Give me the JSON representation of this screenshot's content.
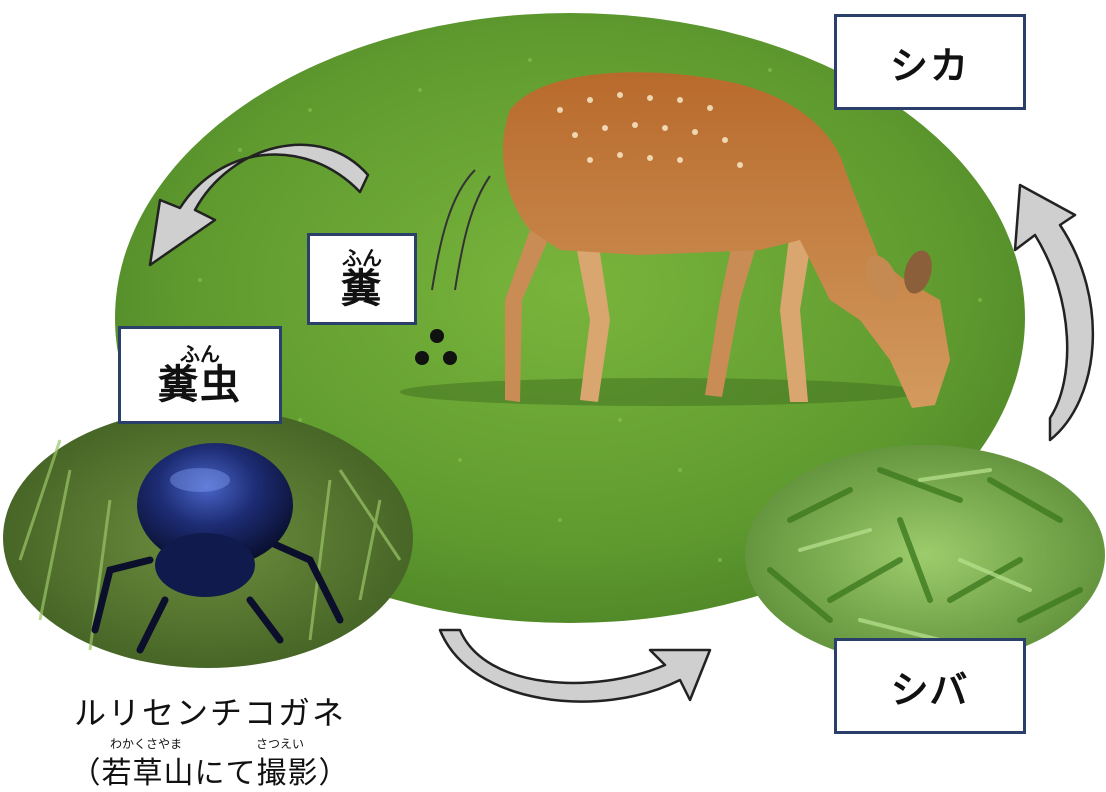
{
  "labels": {
    "deer": "シカ",
    "dung_ruby": "ふん",
    "dung": "糞",
    "dung_beetle_ruby": "ふん",
    "dung_beetle": "糞虫",
    "grass": "シバ"
  },
  "caption": {
    "species": "ルリセンチコガネ",
    "place_ruby_1": "わかくさやま",
    "place_ruby_2": "さつえい",
    "place": "（若草山にて撮影）"
  },
  "colors": {
    "lawn": "#5f9a2f",
    "label_border": "#2b3f6b",
    "arrow_fill": "#c9c9c9"
  }
}
